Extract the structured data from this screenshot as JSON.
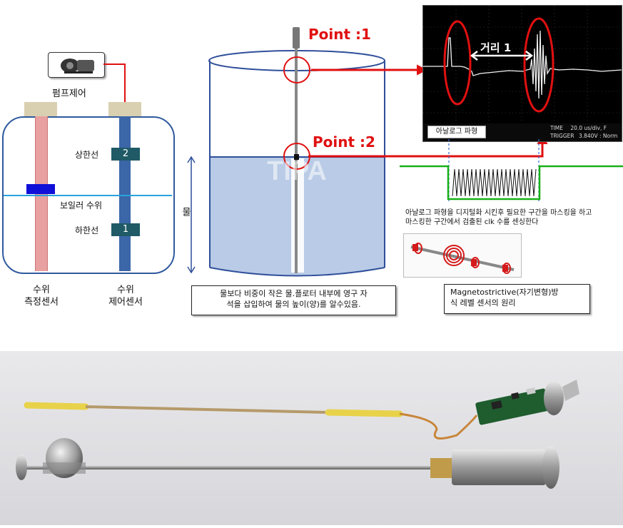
{
  "boiler": {
    "pump_label": "펌프제어",
    "upper_limit_label": "상한선",
    "upper_limit_num": "2",
    "water_level_label": "보일러 수위",
    "lower_limit_label": "하한선",
    "lower_limit_num": "1",
    "measure_sensor_label_1": "수위",
    "measure_sensor_label_2": "측정센서",
    "control_sensor_label_1": "수위",
    "control_sensor_label_2": "제어센서"
  },
  "tank": {
    "point1_label": "Point :1",
    "point2_label": "Point :2",
    "water_label": "물",
    "watermark": "TIPA",
    "caption_line1": "물보다 비중이 작은 물.플로터 내부에 영구 자",
    "caption_line2": "석을 삽입하여 물의 높이(양)를 알수있음."
  },
  "scope": {
    "distance_label": "거리 1",
    "analog_label": "아날로그 파형",
    "time_label": "TIME",
    "time_value": "20.0 us/div, F",
    "trigger_label": "TRIGGER",
    "trigger_value": "3.840V : Norm"
  },
  "digital": {
    "description_line1": "아날로그 파형을 디지털화 시킨후 필요한 구간을 마스킹을 하고",
    "description_line2": "마스킹한 구간에서 검출된 clk 수를 센싱한다"
  },
  "principle": {
    "caption_line1": "Magnetostrictive(자기변형)방",
    "caption_line2": "식 레벨 센서의 원리"
  },
  "colors": {
    "arrow_red": "#e01010",
    "tank_blue": "#2f4f9a",
    "water_fill": "#b9cbe6",
    "green_signal": "#18b018",
    "boiler_line": "#2f5a9e"
  }
}
